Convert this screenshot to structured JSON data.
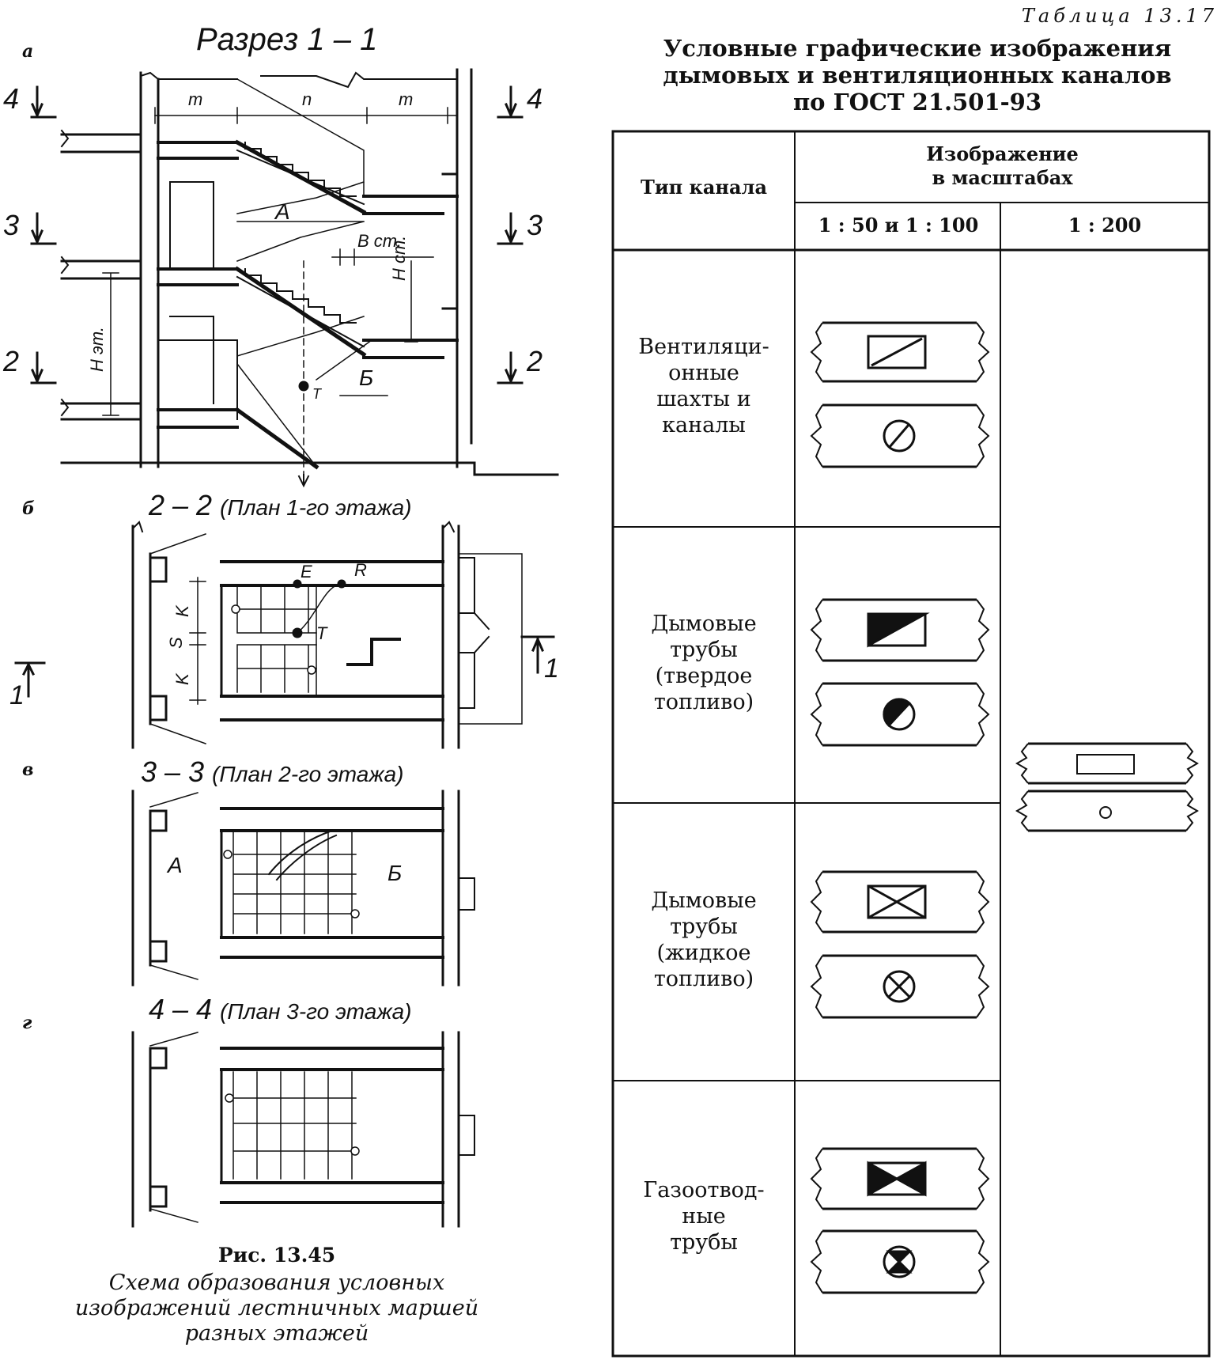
{
  "figure": {
    "letter_a": "а",
    "letter_b": "б",
    "letter_v": "в",
    "letter_g": "г",
    "section_title": "Разрез 1 – 1",
    "section_labels": {
      "m1": "m",
      "n": "n",
      "m2": "m",
      "level4_left": "4",
      "level4_right": "4",
      "level3_left": "3",
      "level3_right": "3",
      "level2_left": "2",
      "level2_right": "2",
      "A": "А",
      "B_st": "B ст.",
      "H_st": "H ст.",
      "H_et": "H эт.",
      "Bsec": "Б",
      "T": "T"
    },
    "plan1": {
      "title_num": "2 – 2",
      "title_sub": "(План 1-го этажа)",
      "E": "E",
      "R": "R",
      "T": "T",
      "K1": "K",
      "S": "S",
      "K2": "K",
      "cut_left": "1",
      "cut_right": "1"
    },
    "plan2": {
      "title_num": "3 – 3",
      "title_sub": "(План 2-го этажа)",
      "A": "А",
      "B": "Б"
    },
    "plan3": {
      "title_num": "4 – 4",
      "title_sub": "(План 3-го этажа)"
    },
    "caption_num": "Рис. 13.45",
    "caption_lines": [
      "Схема образования условных",
      "изображений лестничных маршей",
      "разных этажей"
    ]
  },
  "table": {
    "number": "Таблица 13.17",
    "title_lines": [
      "Условные графические изображения",
      "дымовых и вентиляционных каналов",
      "по ГОСТ 21.501-93"
    ],
    "header_type": "Тип канала",
    "header_image": [
      "Изображение",
      "в масштабах"
    ],
    "scale_1": "1 : 50 и 1 : 100",
    "scale_2": "1 : 200",
    "rows": [
      {
        "lines": [
          "Вентиляци-",
          "онные",
          "шахты и",
          "каналы"
        ],
        "symbol_rect": "rect-slash-icon",
        "symbol_circle": "circle-slash-icon"
      },
      {
        "lines": [
          "Дымовые",
          "трубы",
          "(твердое",
          "топливо)"
        ],
        "symbol_rect": "rect-half-filled-icon",
        "symbol_circle": "circle-half-filled-icon"
      },
      {
        "lines": [
          "Дымовые",
          "трубы",
          "(жидкое",
          "топливо)"
        ],
        "symbol_rect": "rect-cross-icon",
        "symbol_circle": "circle-cross-icon"
      },
      {
        "lines": [
          "Газоотвод-",
          "ные",
          "трубы"
        ],
        "symbol_rect": "rect-bowtie-icon",
        "symbol_circle": "circle-bowtie-icon"
      }
    ],
    "small_scale_symbols": [
      "rect-empty-icon",
      "circle-empty-icon"
    ]
  }
}
